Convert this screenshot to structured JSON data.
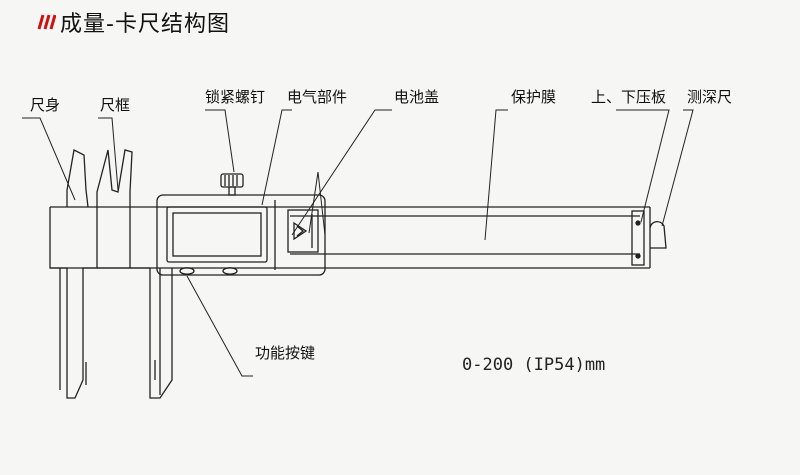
{
  "title": "成量-卡尺结构图",
  "colors": {
    "brand_mark": "#cc1111",
    "line": "#222222",
    "paper": "#f6f6f4"
  },
  "labels": {
    "ruler_body": "尺身",
    "ruler_frame": "尺框",
    "lock_screw": "锁紧螺钉",
    "electrical_parts": "电气部件",
    "battery_cover": "电池盖",
    "protective_film": "保护膜",
    "upper_lower_plates": "上、下压板",
    "depth_rod": "测深尺",
    "function_buttons": "功能按键"
  },
  "spec": "0-200 (IP54)mm"
}
